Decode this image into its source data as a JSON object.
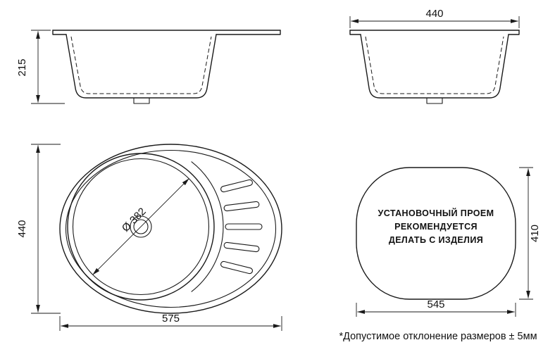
{
  "drawing": {
    "side_view_a": {
      "depth_label": "215"
    },
    "side_view_b": {
      "width_label": "440"
    },
    "top_view": {
      "height_label": "440",
      "width_label": "575",
      "bowl_diameter_label": "Ø 382"
    },
    "cutout_view": {
      "text_line1": "УСТАНОВОЧНЫЙ ПРОЕМ",
      "text_line2": "РЕКОМЕНДУЕТСЯ",
      "text_line3": "ДЕЛАТЬ С ИЗДЕЛИЯ",
      "width_label": "545",
      "height_label": "410"
    },
    "tolerance_note": "*Допустимое отклонение размеров ± 5мм"
  },
  "colors": {
    "line": "#1a1a1a",
    "background": "#ffffff"
  }
}
